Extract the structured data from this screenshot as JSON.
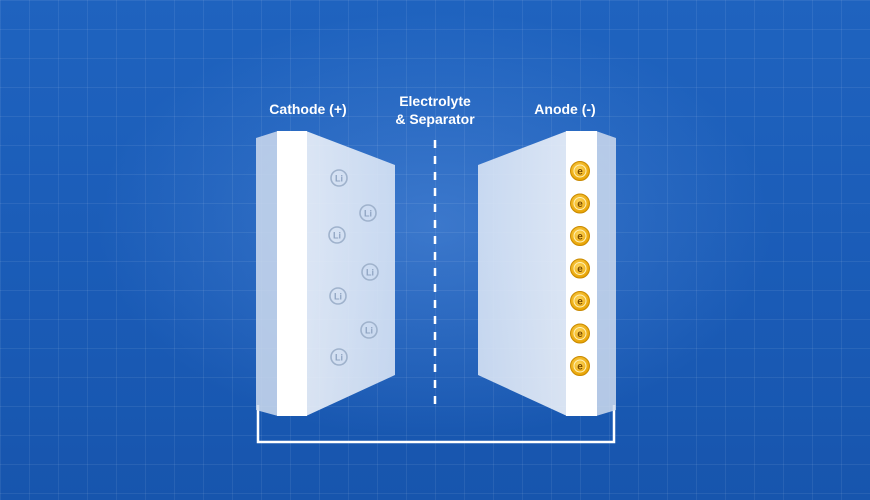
{
  "labels": {
    "cathode": "Cathode (+)",
    "electrolyte_line1": "Electrolyte",
    "electrolyte_line2": "& Separator",
    "anode": "Anode (-)"
  },
  "cathode_particles": {
    "symbol": "Li",
    "count": 7
  },
  "anode_particles": {
    "symbol": "e",
    "count": 7
  },
  "colors": {
    "background": "#1a5bb6",
    "plate": "#eef3fb",
    "plate_edge": "#ffffff",
    "electron": "#f4b400",
    "circuit_wire": "#ffffff"
  }
}
